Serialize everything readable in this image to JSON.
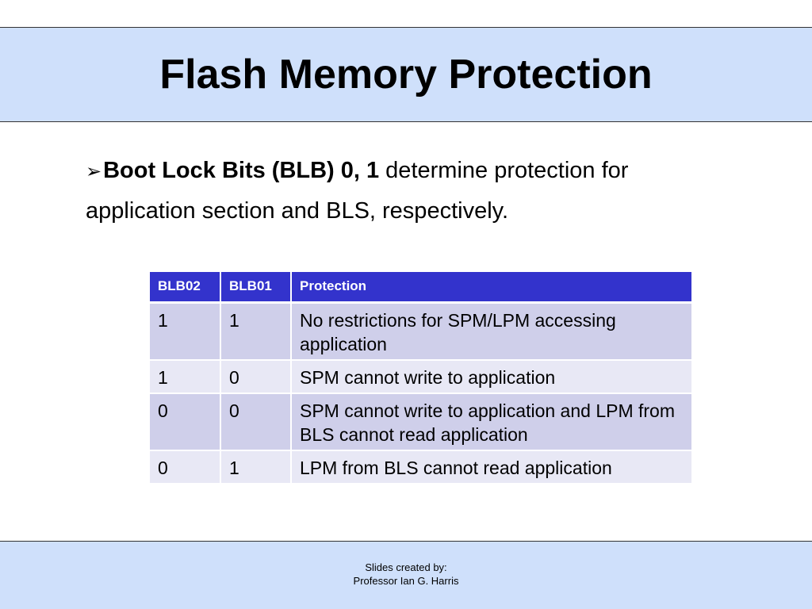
{
  "title": "Flash Memory Protection",
  "bullet": {
    "marker": "➢",
    "bold_text": "Boot Lock Bits (BLB) 0, 1",
    "rest_text": " determine protection for application section and BLS, respectively."
  },
  "table": {
    "headers": [
      "BLB02",
      "BLB01",
      "Protection"
    ],
    "rows": [
      [
        "1",
        "1",
        "No restrictions for SPM/LPM accessing application"
      ],
      [
        "1",
        "0",
        "SPM cannot write to application"
      ],
      [
        "0",
        "0",
        "SPM cannot write to application and LPM from BLS cannot read application"
      ],
      [
        "0",
        "1",
        "LPM from BLS cannot read application"
      ]
    ]
  },
  "footer": {
    "line1": "Slides created by:",
    "line2": "Professor Ian G. Harris"
  },
  "colors": {
    "band": "#cfe0fb",
    "table_header": "#3333cc",
    "row_odd": "#cfcfea",
    "row_even": "#e8e8f5"
  }
}
